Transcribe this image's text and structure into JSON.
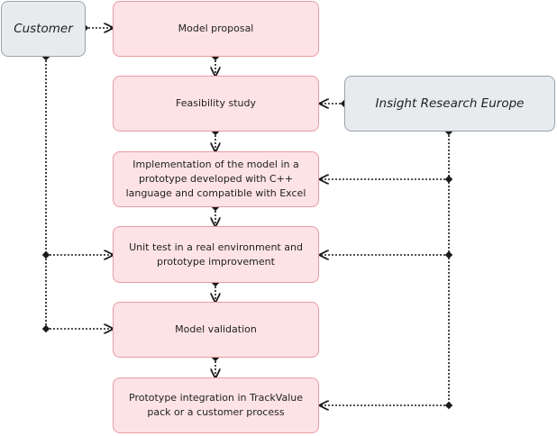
{
  "actors": {
    "customer": "Customer",
    "insight": "Insight Research Europe"
  },
  "steps": [
    {
      "id": "model-proposal",
      "label": "Model proposal"
    },
    {
      "id": "feasibility-study",
      "label": "Feasibility study"
    },
    {
      "id": "implementation",
      "label": "Implementation of the model  in a prototype developed  with C++ language and compatible with Excel"
    },
    {
      "id": "unit-test",
      "label": "Unit test  in a real environment and prototype improvement"
    },
    {
      "id": "model-validation",
      "label": "Model validation"
    },
    {
      "id": "prototype-integration",
      "label": "Prototype  integration in TrackValue pack or a customer process"
    }
  ],
  "colors": {
    "step_fill": "#fde3e5",
    "step_border": "#e79ca3",
    "actor_fill": "#e8ebee",
    "actor_border": "#9aa3ac",
    "connector": "#1a1a1a"
  }
}
